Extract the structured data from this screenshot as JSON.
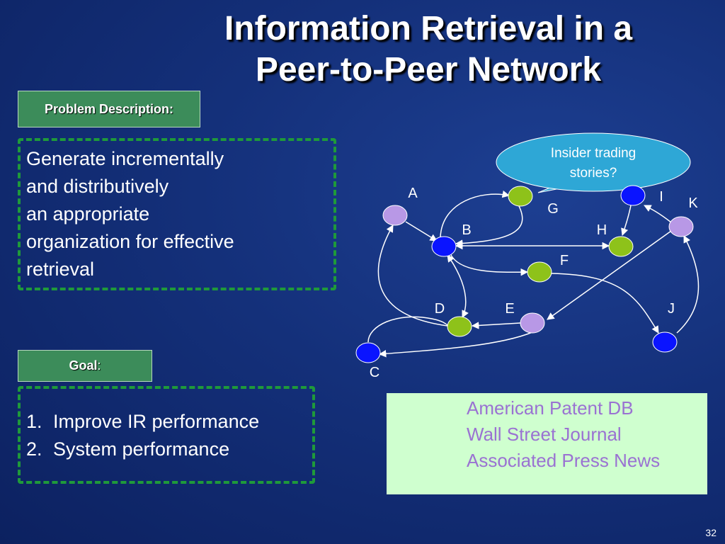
{
  "slide": {
    "title_line1": "Information Retrieval in a",
    "title_line2": "Peer-to-Peer Network",
    "page_number": "32"
  },
  "problem": {
    "label": "Problem Description:",
    "lines": [
      "Generate incrementally",
      "and distributively",
      "an appropriate",
      "organization for effective",
      "retrieval"
    ]
  },
  "goal": {
    "label": "Goal",
    "label_suffix": ":",
    "items": [
      {
        "num": "1.",
        "text": "Improve IR performance"
      },
      {
        "num": "2.",
        "text": "System performance"
      }
    ]
  },
  "sources": {
    "lines": [
      "American Patent DB",
      "Wall Street Journal",
      "Associated Press News"
    ]
  },
  "diagram": {
    "query_bubble": {
      "line1": "Insider trading",
      "line2": "stories?"
    },
    "colors": {
      "blue_node": "#0a14ff",
      "green_node": "#8ec21a",
      "purple_node": "#b898e6",
      "bubble_fill": "#2ea7d6",
      "edge": "#ffffff"
    },
    "nodes": [
      {
        "id": "A",
        "label": "A",
        "color": "purple"
      },
      {
        "id": "B",
        "label": "B",
        "color": "blue"
      },
      {
        "id": "C",
        "label": "C",
        "color": "blue"
      },
      {
        "id": "D",
        "label": "D",
        "color": "green"
      },
      {
        "id": "E",
        "label": "E",
        "color": "purple"
      },
      {
        "id": "F",
        "label": "F",
        "color": "green"
      },
      {
        "id": "G",
        "label": "G",
        "color": "green"
      },
      {
        "id": "H",
        "label": "H",
        "color": "green"
      },
      {
        "id": "I",
        "label": "I",
        "color": "blue"
      },
      {
        "id": "J",
        "label": "J",
        "color": "blue"
      },
      {
        "id": "K",
        "label": "K",
        "color": "purple"
      }
    ]
  }
}
